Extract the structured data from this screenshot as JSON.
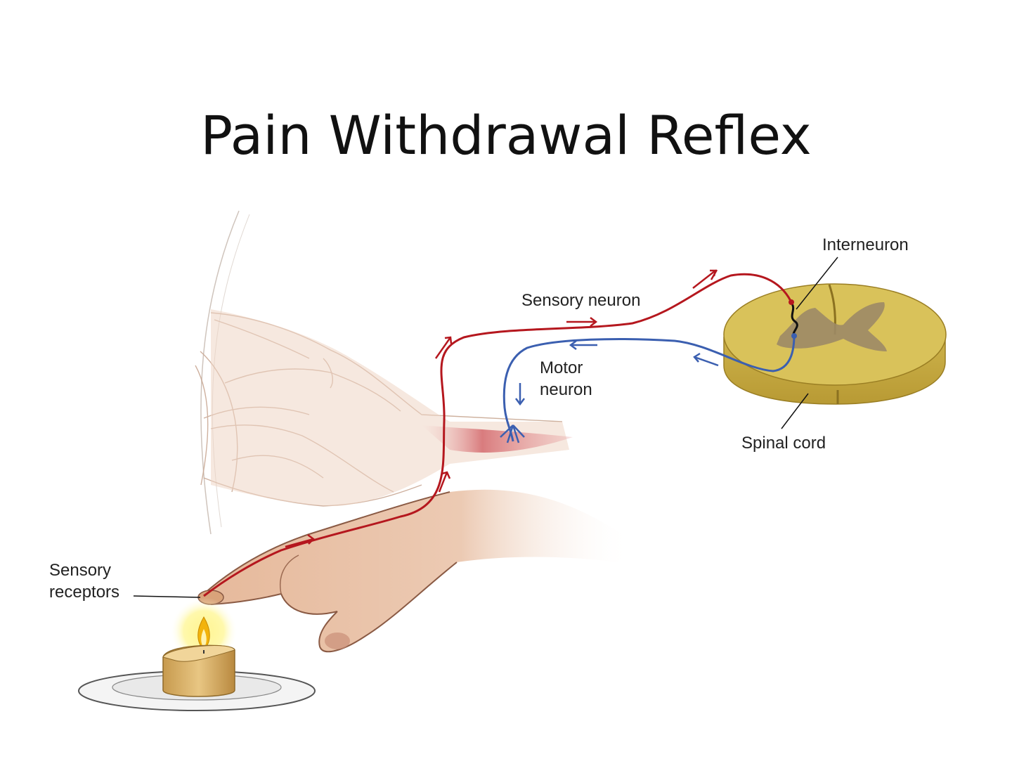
{
  "title": "Pain Withdrawal Reflex",
  "labels": {
    "interneuron": "Interneuron",
    "sensory_neuron": "Sensory neuron",
    "motor_neuron_line1": "Motor",
    "motor_neuron_line2": "neuron",
    "spinal_cord": "Spinal cord",
    "sensory_receptors_line1": "Sensory",
    "sensory_receptors_line2": "receptors"
  },
  "colors": {
    "sensory_pathway": "#b5171e",
    "motor_pathway": "#3b5fb0",
    "spinal_cord": "#d9c25a",
    "grey_matter": "#9c8a66",
    "skin": "#e9c3a8",
    "flame": "#f4c21a",
    "candle": "#d9b46c"
  }
}
